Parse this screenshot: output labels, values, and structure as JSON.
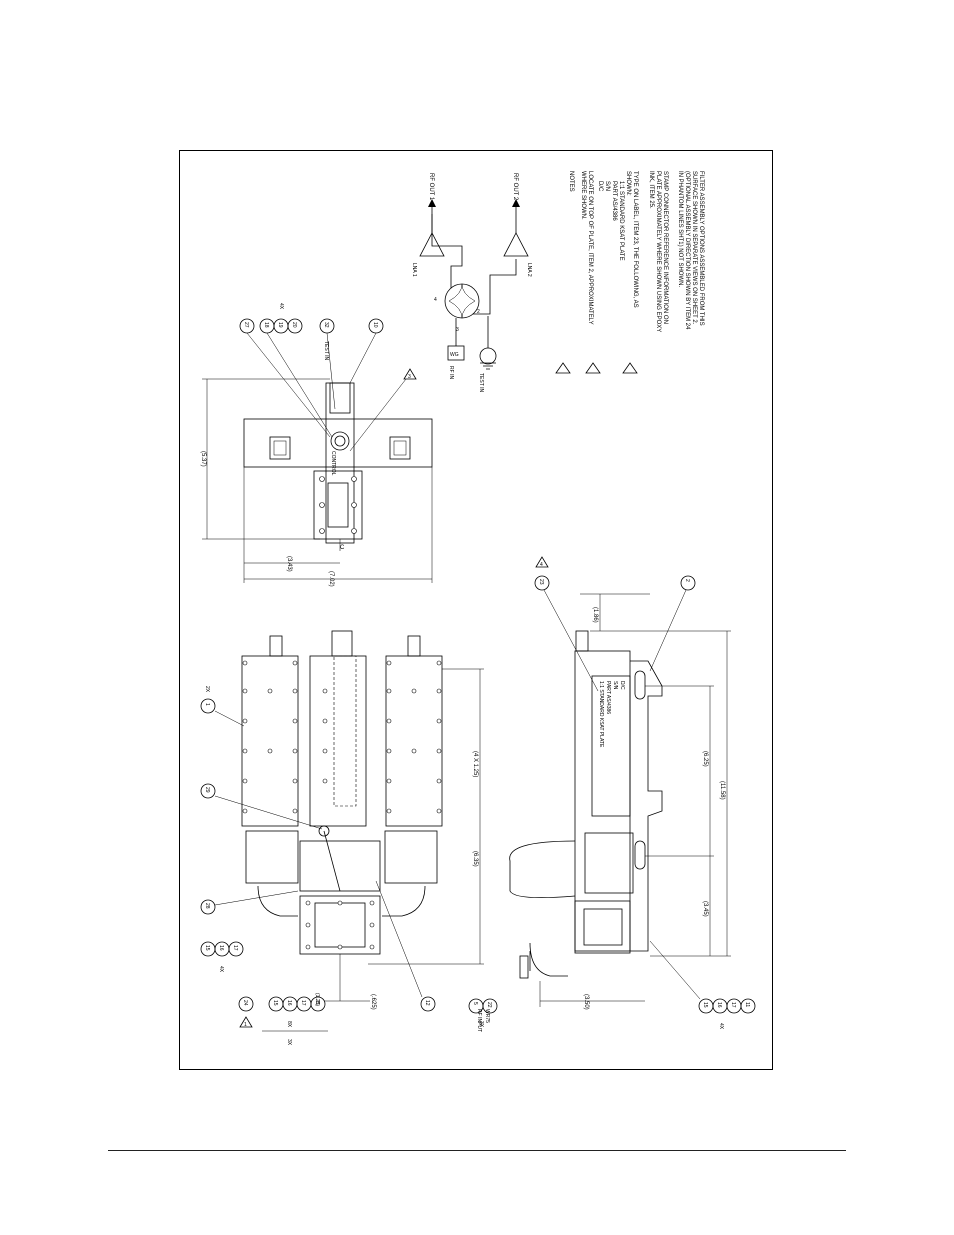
{
  "notes": {
    "title": "NOTES",
    "n1": [
      "FILTER ASSEMBLY OPTIONS ASSEMBLED FROM THIS",
      "SURFACE SHOWN IN SEPARATE VIEWS ON SHEET 2.",
      "(OPTIONAL ASSEMBLY DIRECTION SHOWN BY ITEM 24",
      "IN PHANTOM LINES SHT1) NOT SHOWN."
    ],
    "n2": [
      "STAMP CONNECTOR REFERENCE INFORMATION ON",
      "PLATE APPROXIMATELY WHERE SHOWN USING EPOXY",
      "INK, ITEM 25."
    ],
    "n3": [
      "TYPE ON LABEL, ITEM 23, THE FOLLOWING, AS",
      "SHOWN:"
    ],
    "n3_items": [
      "1:1 STANDARD KSAT PLATE",
      "PART  AS/4386",
      "S/N",
      "D/C"
    ],
    "n4": [
      "LOCATE ON TOP OF PLATE, ITEM 2, APPROXIMATELY",
      "WHERE SHOWN."
    ]
  },
  "schematic": {
    "rf_out_1": "RF OUT 1",
    "rf_out_2": "RF OUT 2",
    "lna_1": "LNA 1",
    "lna_2": "LNA 2",
    "wg": "WG",
    "rf_in": "RF IN",
    "test_in": "TEST IN",
    "ports": [
      "1",
      "2",
      "3",
      "4"
    ]
  },
  "top_view": {
    "control": "CONTROL",
    "test_in": "TEST IN",
    "dims": [
      "(5.37)",
      "(3.43)",
      "(7.02)"
    ],
    "callouts": [
      "27",
      "18",
      "19",
      "20",
      "32",
      "10"
    ],
    "qty": "4X",
    "note_flag": "3"
  },
  "plan_view": {
    "dims": [
      "(4 X 1.25)",
      "(6.35)",
      "(.625)",
      "(1.25)"
    ],
    "callouts_main": [
      "1",
      "29",
      "28",
      "24",
      "12"
    ],
    "callouts_bolt_a": [
      "15",
      "16",
      "17"
    ],
    "callouts_bolt_b": [
      "15",
      "16",
      "17",
      "11"
    ],
    "qty_2x": "2X",
    "qty_4x": "4X",
    "qty_8x": "8X",
    "qty_3x": "3X",
    "flag": "1"
  },
  "side_view": {
    "dims": [
      "(1.86)",
      "(6.25)",
      "(11.58)",
      "(3.45)",
      "(3.50)"
    ],
    "callouts_main": [
      "23",
      "2"
    ],
    "callouts_input": [
      "5",
      "22"
    ],
    "callouts_bolt": [
      "15",
      "16",
      "17",
      "11"
    ],
    "qty_3x": "3X",
    "qty_4x": "4X",
    "rf_input": [
      "WR75",
      "RF INPUT"
    ],
    "label_text": [
      "1:1 STANDARD KSAT PLATE",
      "PART  AS/4386",
      "S/N",
      "D/C"
    ],
    "flag_23": "4"
  }
}
